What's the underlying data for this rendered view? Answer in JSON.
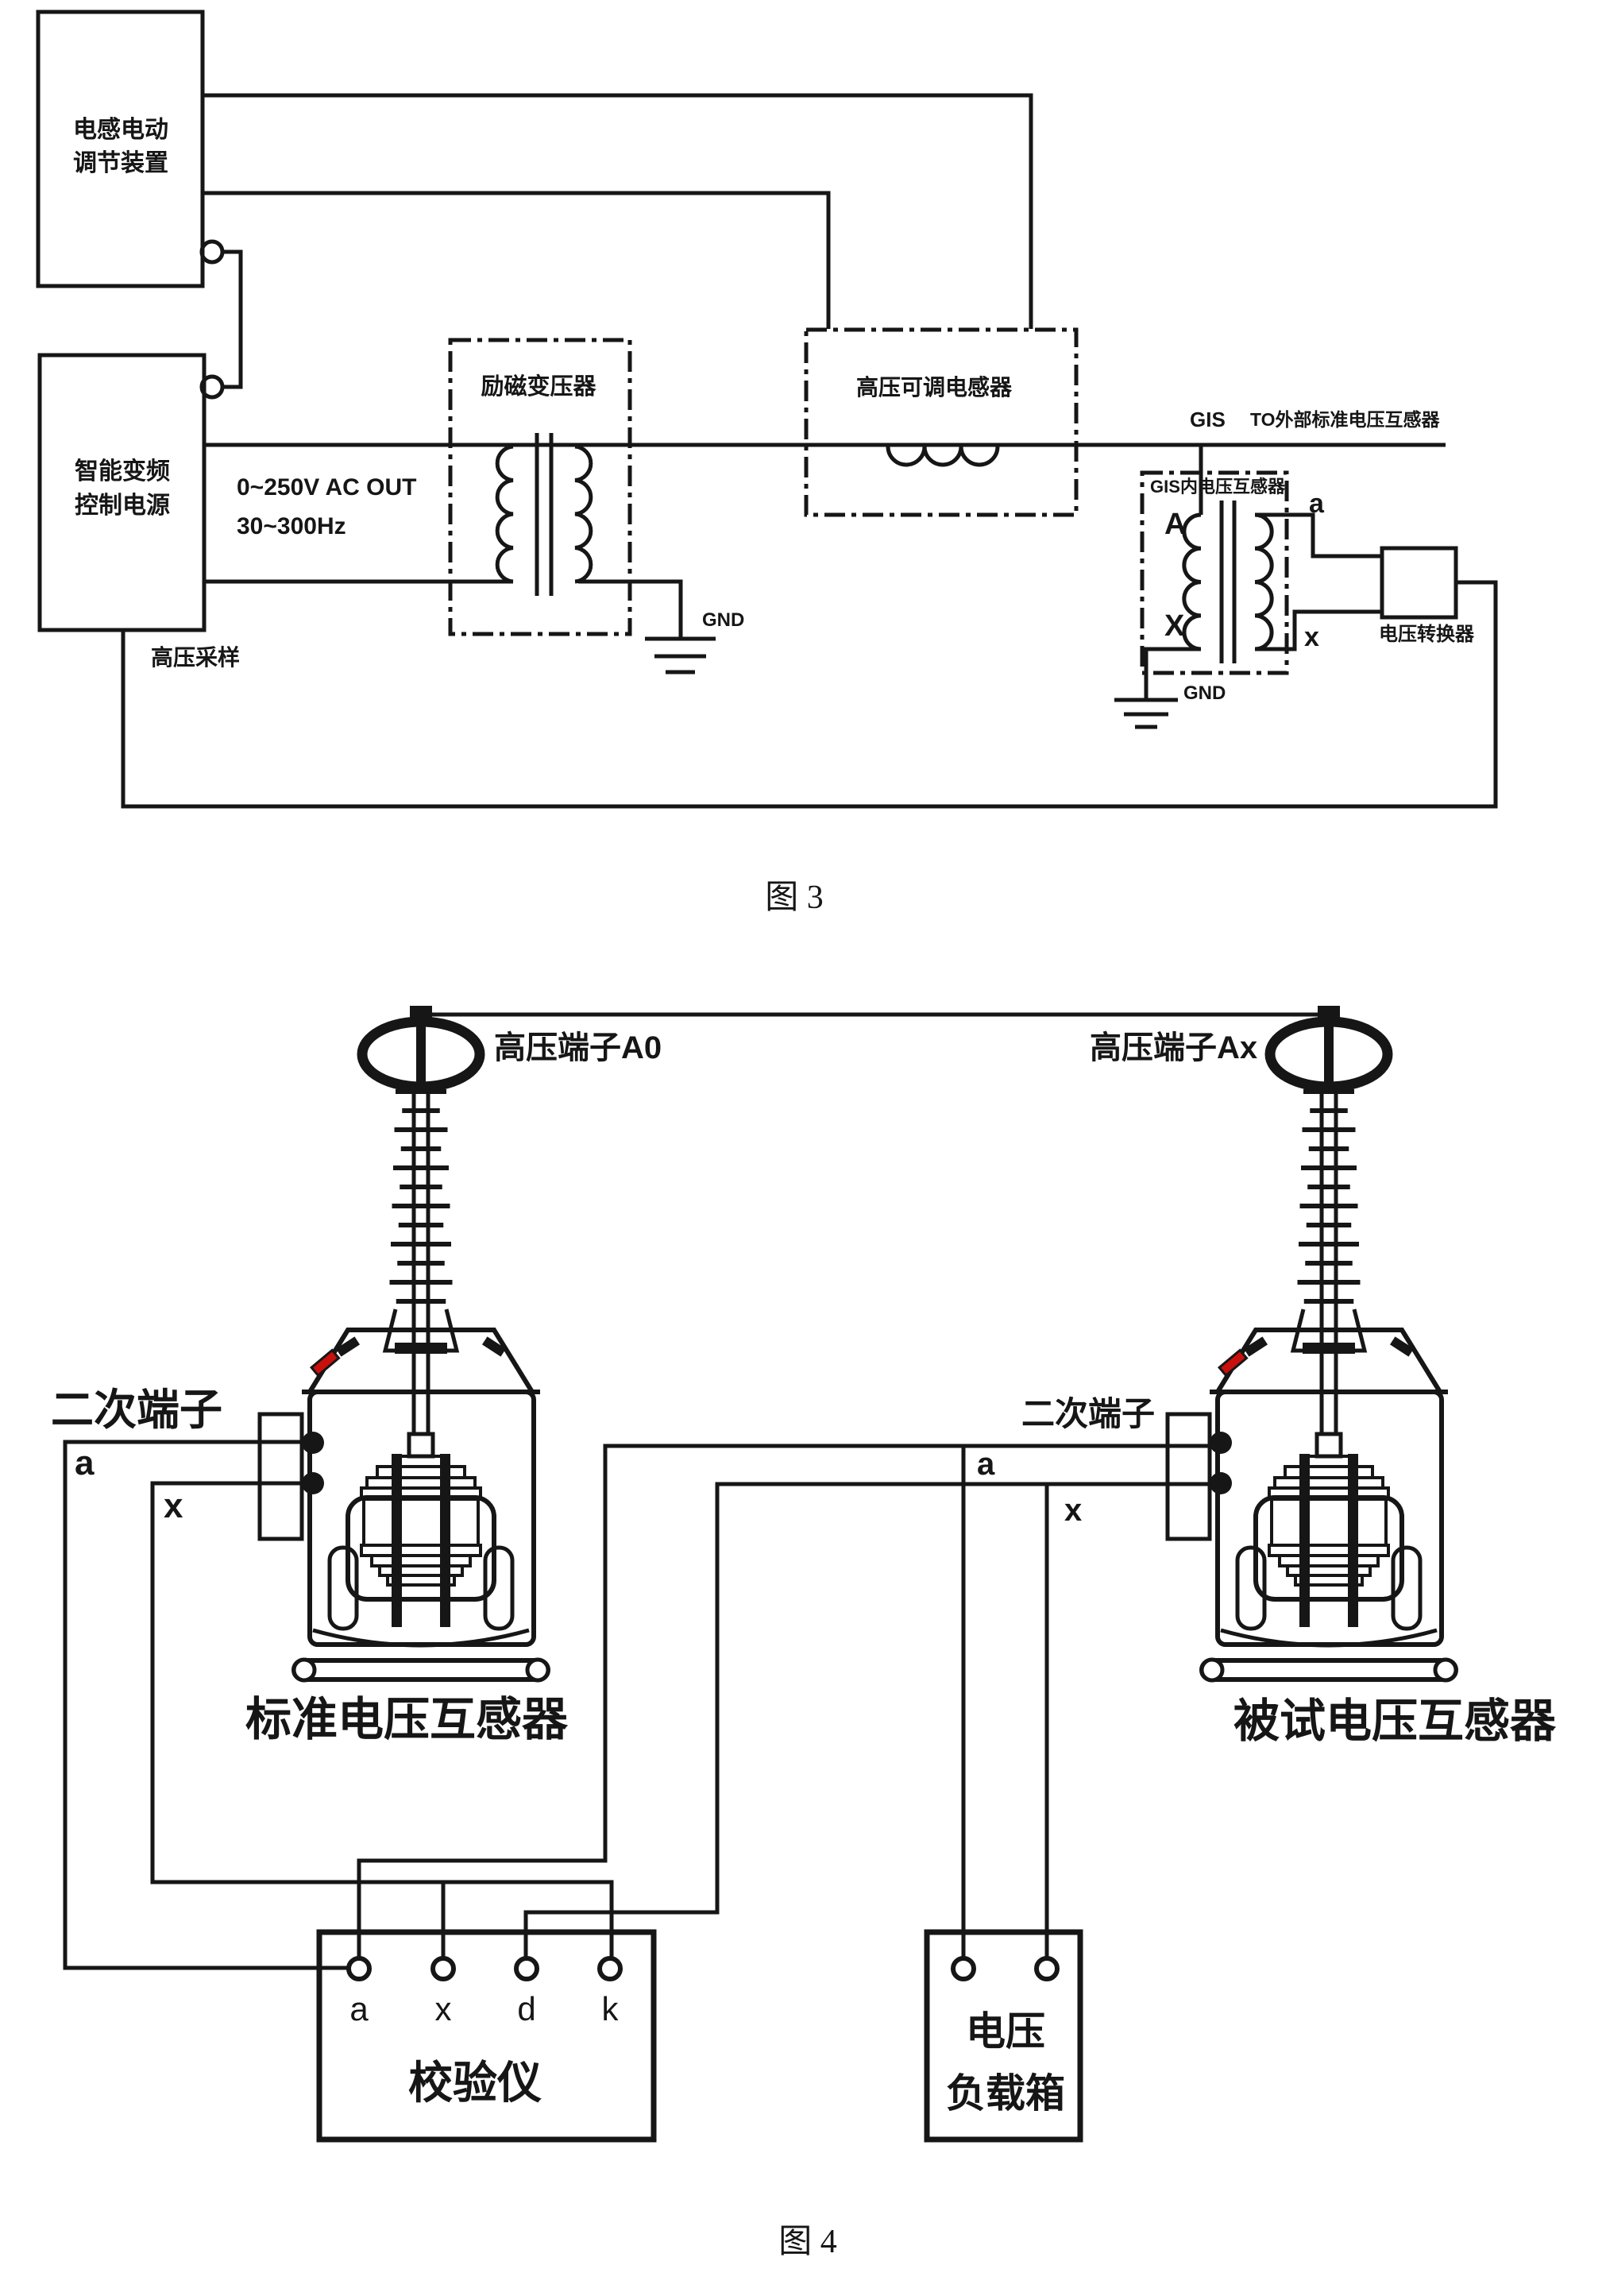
{
  "colors": {
    "line": "#161616",
    "accent_red": "#c8100d",
    "background": "#ffffff"
  },
  "figure3": {
    "caption": "图 3",
    "regulator_box": {
      "line1": "电感电动",
      "line2": "调节装置"
    },
    "power_box": {
      "line1": "智能变频",
      "line2": "控制电源"
    },
    "excitation_transformer_label": "励磁变压器",
    "adjustable_inductor_label": "高压可调电感器",
    "gis_pt_label": "GIS内电压互感器",
    "voltage_converter_label": "电压转换器",
    "output_spec_line1": "0~250V AC OUT",
    "output_spec_line2": "30~300Hz",
    "hv_sampling_label": "高压采样",
    "gis_label": "GIS",
    "external_pt_label": "TO外部标准电压互感器",
    "gnd_label_excitation": "GND",
    "gnd_label_gis": "GND",
    "primary_terminal_a": "A",
    "primary_terminal_x": "X",
    "secondary_terminal_a": "a",
    "secondary_terminal_x": "x"
  },
  "figure4": {
    "caption": "图 4",
    "hv_terminal_left": "高压端子A0",
    "hv_terminal_right": "高压端子Ax",
    "secondary_terminals_left": "二次端子",
    "secondary_terminals_right": "二次端子",
    "left_pt_name": "标准电压互感器",
    "right_pt_name": "被试电压互感器",
    "left_a": "a",
    "left_x": "x",
    "right_a": "a",
    "right_x": "x",
    "calibrator": {
      "name": "校验仪",
      "terminal_a": "a",
      "terminal_x": "x",
      "terminal_d": "d",
      "terminal_k": "k"
    },
    "load_box": {
      "line1": "电压",
      "line2": "负载箱"
    }
  }
}
